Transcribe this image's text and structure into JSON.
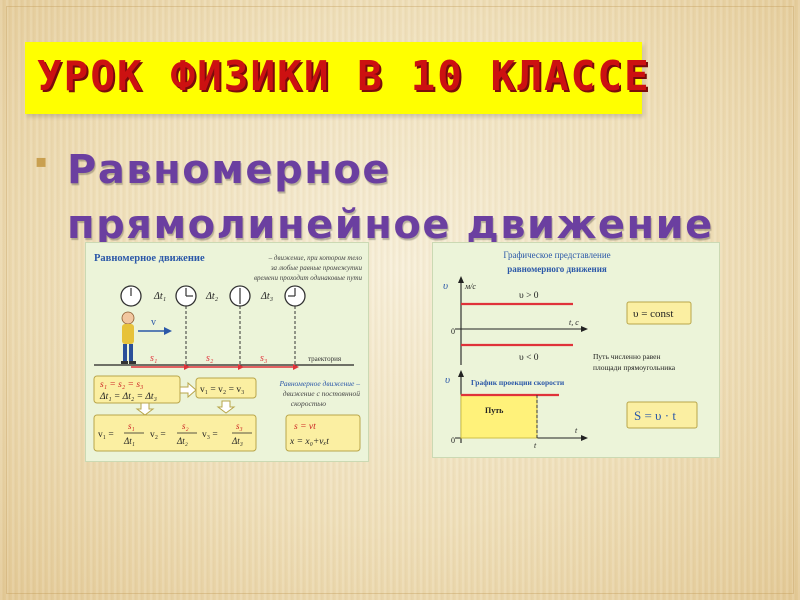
{
  "slide": {
    "title": "УРОК ФИЗИКИ В 10 КЛАССЕ",
    "heading_line1": "Равномерное",
    "heading_line2": "прямолинейное  движение"
  },
  "left_panel": {
    "title": "Равномерное движение",
    "definition_1": "– движение, при котором тело",
    "definition_2": "за любые равные промежутки",
    "definition_3": "времени проходит одинаковые пути",
    "dt1": "Δt₁",
    "dt2": "Δt₂",
    "dt3": "Δt₃",
    "velocity_label": "v",
    "s1": "s₁",
    "s2": "s₂",
    "s3": "s₃",
    "trajectory": "траектория",
    "eq_s": "s₁ = s₂ = s₃",
    "eq_t": "Δt₁ = Δt₂ = Δt₃",
    "eq_v": "v₁ = v₂ = v₃",
    "note_1": "Равномерное движение –",
    "note_2": "движение с постоянной",
    "note_3": "скоростью",
    "v1": "v₁ =",
    "v2": "v₂ =",
    "v3": "v₃ =",
    "frac1_num": "s₁",
    "frac1_den": "Δt₁",
    "frac2_num": "s₂",
    "frac2_den": "Δt₂",
    "frac3_num": "s₃",
    "frac3_den": "Δt₃",
    "eq_s_vec": "s = vt",
    "eq_x": "x = x₀+vₓt"
  },
  "right_panel": {
    "title_1": "Графическое представление",
    "title_2": "равномерного движения",
    "axis_v": "υ",
    "axis_unit": "м/с",
    "axis_t": "t, с",
    "origin": "0",
    "v_pos": "υ  > 0",
    "v_neg": "υ  < 0",
    "v_const": "υ = const",
    "path_note_1": "Путь численно равен",
    "path_note_2": "площади прямоугольника",
    "graph2_v": "υ",
    "graph2_title": "График проекции скорости",
    "path_label": "Путь",
    "t_tick": "t",
    "t_axis": "t",
    "origin2": "0",
    "s_formula": "S = υ · t"
  },
  "colors": {
    "title_bg": "#ffff00",
    "title_text": "#cc1111",
    "heading_text": "#6b3fa0",
    "panel_bg": "#ecf4d9",
    "graph_red": "#e0323a",
    "formula_box": "#fbefa2"
  }
}
